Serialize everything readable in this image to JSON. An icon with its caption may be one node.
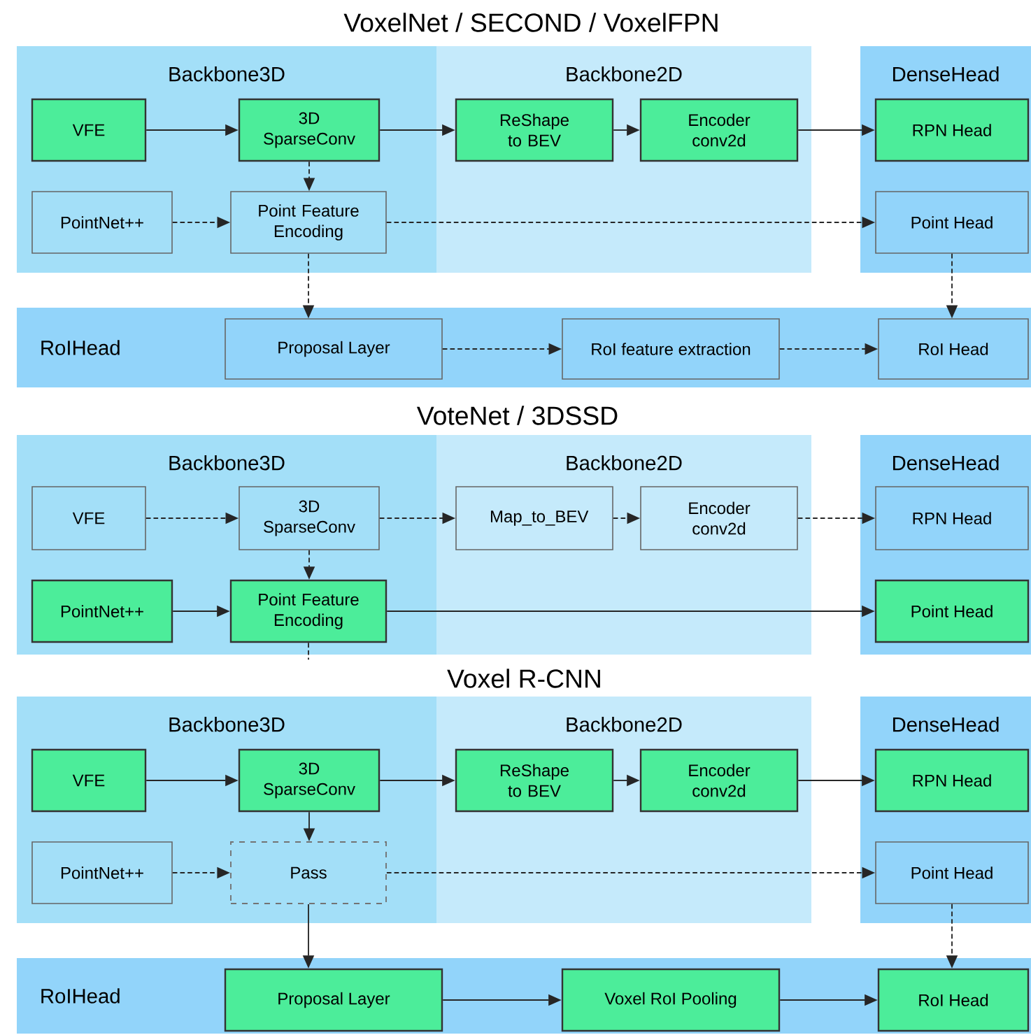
{
  "diagram": {
    "nodes": [
      {
        "text": [
          "Backbone3D"
        ]
      },
      {
        "text": [
          "Backbone2D"
        ]
      },
      {
        "text": [
          "DenseHead"
        ]
      },
      {
        "text": [
          "VFE"
        ],
        "in": 0
      },
      {
        "text": [
          "3D SparseConv"
        ],
        "in": 0
      },
      {
        "text": [
          "ReShape to BEV"
        ],
        "in": 1
      },
      {
        "text": [
          "Encoder conv2d"
        ],
        "in": 1
      },
      {
        "text": [
          "RPN Head"
        ],
        "in": 2
      },
      {
        "text": [
          "PointNet++"
        ],
        "in": 0
      },
      {
        "text": [
          "Point Feature Encoding"
        ],
        "in": 0
      },
      {
        "text": [
          "Point Head"
        ],
        "in": 2
      },
      {
        "text": [
          "RoIHead"
        ]
      },
      {
        "text": [
          "Proposal Layer"
        ],
        "in": 11
      },
      {
        "text": [
          "RoI feature extraction"
        ],
        "in": 11
      },
      {
        "text": [
          "RoI Head"
        ],
        "in": 11
      },
      {
        "text": [
          "Backbone3D"
        ]
      },
      {
        "text": [
          "Backbone2D"
        ]
      },
      {
        "text": [
          "DenseHead"
        ]
      },
      {
        "text": [
          "VFE"
        ],
        "in": 15
      },
      {
        "text": [
          "3D SparseConv"
        ],
        "in": 15
      },
      {
        "text": [
          "Map_to_BEV"
        ],
        "in": 16
      },
      {
        "text": [
          "Encoder conv2d"
        ],
        "in": 16
      },
      {
        "text": [
          "RPN Head"
        ],
        "in": 17
      },
      {
        "text": [
          "PointNet++"
        ],
        "in": 15
      },
      {
        "text": [
          "Point Feature Encoding"
        ],
        "in": 15
      },
      {
        "text": [
          "Point Head"
        ],
        "in": 17
      },
      {
        "text": [
          "Backbone3D"
        ]
      },
      {
        "text": [
          "Backbone2D"
        ]
      },
      {
        "text": [
          "DenseHead"
        ]
      },
      {
        "text": [
          "VFE"
        ],
        "in": 26
      },
      {
        "text": [
          "3D SparseConv"
        ],
        "in": 26
      },
      {
        "text": [
          "ReShape to BEV"
        ],
        "in": 27
      },
      {
        "text": [
          "Encoder conv2d"
        ],
        "in": 27
      },
      {
        "text": [
          "RPN Head"
        ],
        "in": 28
      },
      {
        "text": [
          "PointNet++"
        ],
        "in": 26
      },
      {
        "text": [
          "Pass"
        ],
        "in": 26
      },
      {
        "text": [
          "Point Head"
        ],
        "in": 28
      },
      {
        "text": [
          "RoIHead"
        ]
      },
      {
        "text": [
          "Proposal Layer"
        ],
        "in": 37
      },
      {
        "text": [
          "Voxel RoI Pooling"
        ],
        "in": 37
      },
      {
        "text": [
          "RoI Head"
        ],
        "in": 37
      }
    ],
    "edges": [
      {
        "from": 3,
        "to": 4,
        "arrow": "to"
      },
      {
        "from": 4,
        "to": 5,
        "arrow": "to"
      },
      {
        "from": 5,
        "to": 6,
        "arrow": "to"
      },
      {
        "from": 6,
        "to": 7,
        "arrow": "to"
      },
      {
        "from": 4,
        "to": 9,
        "arrow": "to",
        "style": "dashed"
      },
      {
        "from": 8,
        "to": 9,
        "arrow": "to",
        "style": "dashed"
      },
      {
        "from": 9,
        "to": 10,
        "arrow": "to",
        "style": "dashed"
      },
      {
        "from": 9,
        "to": 12,
        "arrow": "to",
        "style": "dashed"
      },
      {
        "from": 10,
        "to": 14,
        "arrow": "to",
        "style": "dashed"
      },
      {
        "from": 12,
        "to": 13,
        "arrow": "to",
        "style": "dashed"
      },
      {
        "from": 13,
        "to": 14,
        "arrow": "to",
        "style": "dashed"
      },
      {
        "from": 18,
        "to": 19,
        "arrow": "to",
        "style": "dashed"
      },
      {
        "from": 19,
        "to": 20,
        "arrow": "to",
        "style": "dashed"
      },
      {
        "from": 20,
        "to": 21,
        "arrow": "to",
        "style": "dashed"
      },
      {
        "from": 21,
        "to": 22,
        "arrow": "to",
        "style": "dashed"
      },
      {
        "from": 19,
        "to": 24,
        "arrow": "to",
        "style": "dashed"
      },
      {
        "from": 23,
        "to": 24,
        "arrow": "to"
      },
      {
        "from": 24,
        "to": 25,
        "arrow": "to"
      },
      {
        "from": 24,
        "to": null,
        "arrow": "none",
        "style": "dashed"
      },
      {
        "from": 29,
        "to": 30,
        "arrow": "to"
      },
      {
        "from": 30,
        "to": 31,
        "arrow": "to"
      },
      {
        "from": 31,
        "to": 32,
        "arrow": "to"
      },
      {
        "from": 32,
        "to": 33,
        "arrow": "to"
      },
      {
        "from": 30,
        "to": 35,
        "arrow": "to"
      },
      {
        "from": 34,
        "to": 35,
        "arrow": "to",
        "style": "dashed"
      },
      {
        "from": 35,
        "to": 36,
        "arrow": "to",
        "style": "dashed"
      },
      {
        "from": 35,
        "to": 38,
        "arrow": "to"
      },
      {
        "from": 36,
        "to": 40,
        "arrow": "to",
        "style": "dashed"
      },
      {
        "from": 38,
        "to": 39,
        "arrow": "to"
      },
      {
        "from": 39,
        "to": 40,
        "arrow": "to"
      }
    ],
    "labels": [
      "VoxelNet / SECOND / VoxelFPN",
      "VoteNet / 3DSSD",
      "Voxel R-CNN"
    ]
  }
}
